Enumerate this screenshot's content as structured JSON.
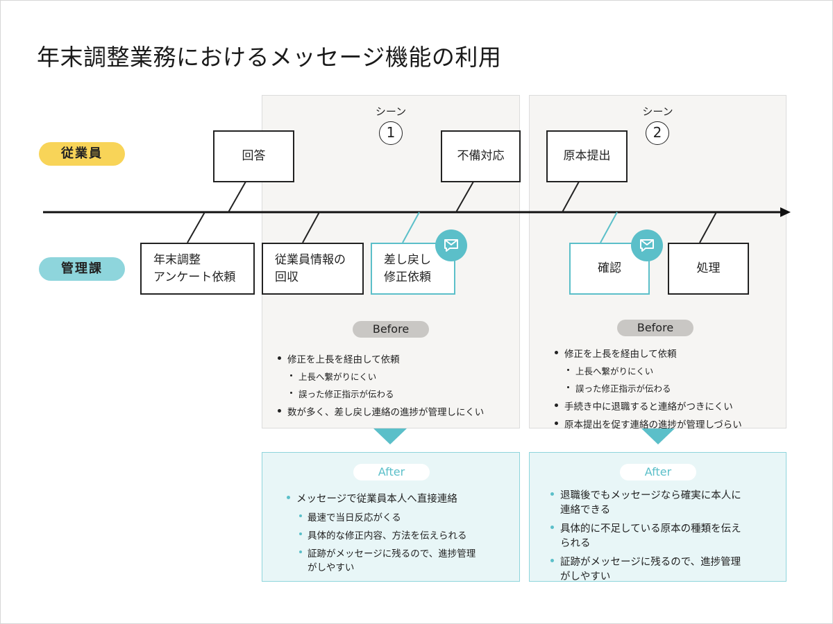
{
  "title": "年末調整業務におけるメッセージ機能の利用",
  "roles": {
    "employee": "従業員",
    "admin": "管理課"
  },
  "scenes": [
    {
      "label": "シーン",
      "number": "1",
      "before_label": "Before",
      "before_notes": [
        {
          "level": "main",
          "text": "修正を上長を経由して依頼"
        },
        {
          "level": "sub",
          "text": "上長へ繋がりにくい"
        },
        {
          "level": "sub",
          "text": "誤った修正指示が伝わる"
        },
        {
          "level": "main",
          "text": "数が多く、差し戻し連絡の進捗が管理しにくい"
        }
      ],
      "after_label": "After",
      "after_notes": [
        {
          "level": "main",
          "text": "メッセージで従業員本人へ直接連絡"
        },
        {
          "level": "sub",
          "text": "最速で当日反応がくる"
        },
        {
          "level": "sub",
          "text": "具体的な修正内容、方法を伝えられる"
        },
        {
          "level": "sub",
          "text": "証跡がメッセージに残るので、進捗管理\nがしやすい"
        }
      ]
    },
    {
      "label": "シーン",
      "number": "2",
      "before_label": "Before",
      "before_notes": [
        {
          "level": "main",
          "text": "修正を上長を経由して依頼"
        },
        {
          "level": "sub",
          "text": "上長へ繋がりにくい"
        },
        {
          "level": "sub",
          "text": "誤った修正指示が伝わる"
        },
        {
          "level": "main",
          "text": "手続き中に退職すると連絡がつきにくい"
        },
        {
          "level": "main",
          "text": "原本提出を促す連絡の進捗が管理しづらい"
        }
      ],
      "after_label": "After",
      "after_notes": [
        {
          "level": "main",
          "text": "退職後でもメッセージなら確実に本人に\n連絡できる"
        },
        {
          "level": "main",
          "text": "具体的に不足している原本の種類を伝え\nられる"
        },
        {
          "level": "main",
          "text": "証跡がメッセージに残るので、進捗管理\nがしやすい"
        }
      ]
    }
  ],
  "employee_steps": [
    "回答",
    "不備対応",
    "原本提出"
  ],
  "admin_steps": [
    "年末調整\nアンケート依頼",
    "従業員情報の\n回収",
    "差し戻し\n修正依頼",
    "確認",
    "処理"
  ],
  "colors": {
    "employee": "#f8d458",
    "admin": "#8ed5dc",
    "accent": "#5bbfc9",
    "before_pill": "#c9c7c4"
  },
  "icons": {
    "message": "message-icon"
  }
}
